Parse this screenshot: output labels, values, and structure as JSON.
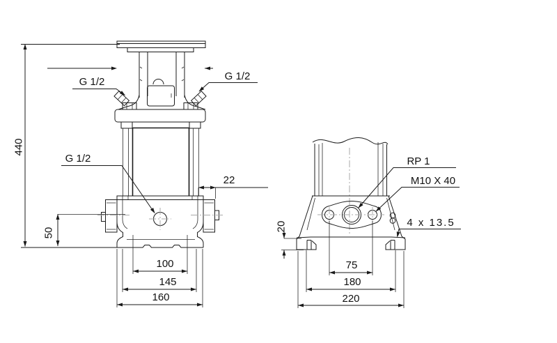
{
  "drawing": {
    "type": "pump-dimensional-drawing",
    "line_color": "#1a1a1a",
    "centerline_color": "#a9a9a9",
    "background": "#ffffff",
    "views": {
      "front": {
        "name": "front elevation with overall dimensions",
        "labels": {
          "overall_height": "440",
          "vent_left_thread": "G 1/2",
          "vent_right_thread": "G 1/2",
          "drain_thread": "G 1/2",
          "port_offset": "22",
          "port_centre_height": "50",
          "width_100": "100",
          "width_145": "145",
          "width_160": "160"
        }
      },
      "base": {
        "name": "base / foot detail view",
        "labels": {
          "port_thread": "RP 1",
          "bolt_spec": "M10 X 40",
          "foot_hole_spec": "4 x 13.5",
          "foot_height": "20",
          "bolt_spacing_75": "75",
          "foot_spacing_180": "180",
          "base_width_220": "220"
        }
      }
    }
  }
}
